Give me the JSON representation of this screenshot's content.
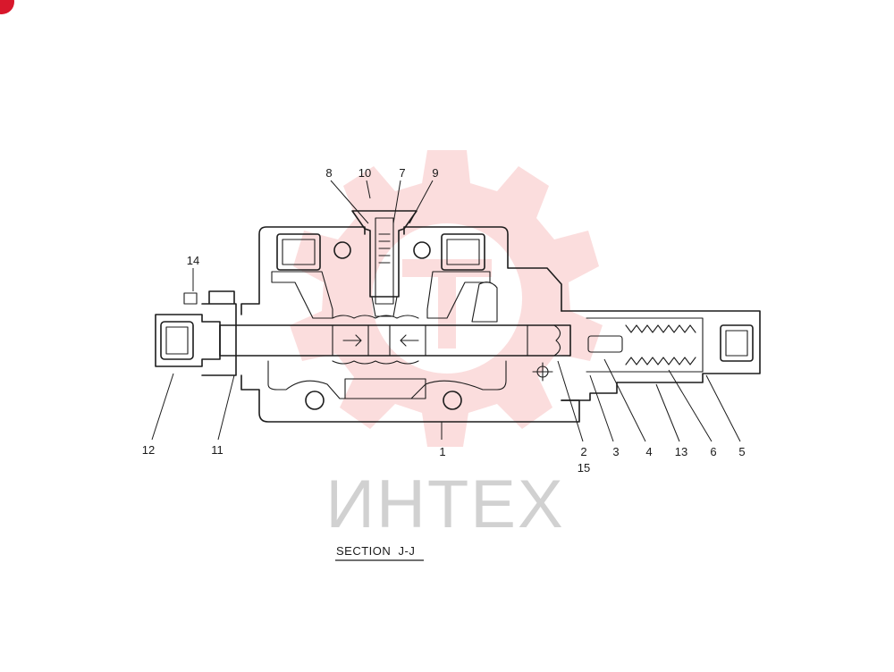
{
  "diagram": {
    "section_label": "SECTION  J-J",
    "watermark_text": "ИНТЕХ",
    "watermark_color": "#e52a2a",
    "callouts": [
      {
        "id": "8",
        "text": "8"
      },
      {
        "id": "10",
        "text": "10"
      },
      {
        "id": "7",
        "text": "7"
      },
      {
        "id": "9",
        "text": "9"
      },
      {
        "id": "14",
        "text": "14"
      },
      {
        "id": "12",
        "text": "12"
      },
      {
        "id": "11",
        "text": "11"
      },
      {
        "id": "1",
        "text": "1"
      },
      {
        "id": "2",
        "text": "2"
      },
      {
        "id": "15",
        "text": "15"
      },
      {
        "id": "3",
        "text": "3"
      },
      {
        "id": "4",
        "text": "4"
      },
      {
        "id": "13",
        "text": "13"
      },
      {
        "id": "6",
        "text": "6"
      },
      {
        "id": "5",
        "text": "5"
      }
    ]
  }
}
